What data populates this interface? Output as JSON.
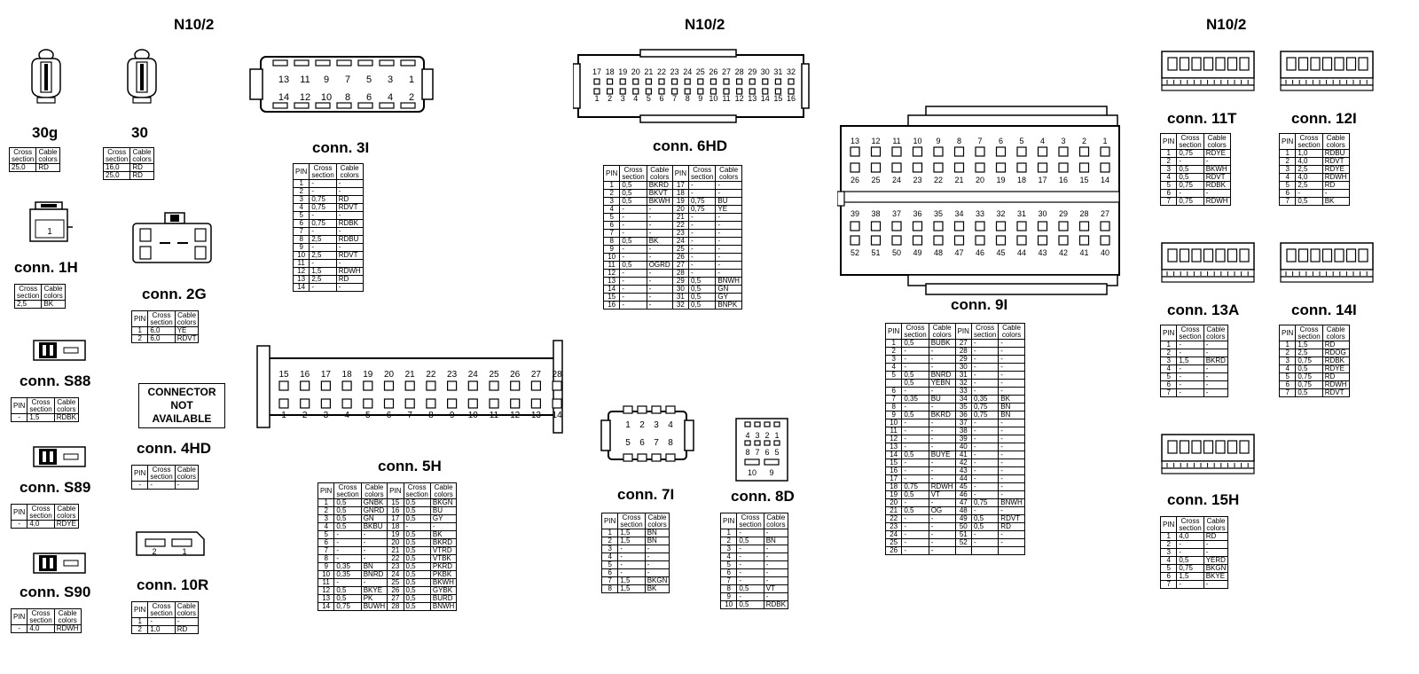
{
  "headers": [
    "N10/2",
    "N10/2",
    "N10/2"
  ],
  "not_available": [
    "CONNECTOR",
    "NOT",
    "AVAILABLE"
  ],
  "connectors": [
    {
      "id": "30g",
      "label": "30g",
      "cols": [
        "Cross section",
        "Cable colors"
      ],
      "rows": [
        [
          "25,0",
          "RD"
        ]
      ]
    },
    {
      "id": "30",
      "label": "30",
      "cols": [
        "Cross section",
        "Cable colors"
      ],
      "rows": [
        [
          "16,0",
          "RD"
        ],
        [
          "25,0",
          "RD"
        ]
      ]
    },
    {
      "id": "1h",
      "label": "conn. 1H",
      "pin_label": "1",
      "cols": [
        "Cross section",
        "Cable colors"
      ],
      "rows": [
        [
          "2,5",
          "BK"
        ]
      ]
    },
    {
      "id": "2g",
      "label": "conn. 2G",
      "cols": [
        "PIN",
        "Cross section",
        "Cable colors"
      ],
      "rows": [
        [
          "1",
          "6,0",
          "YE"
        ],
        [
          "2",
          "6,0",
          "RDVT"
        ]
      ]
    },
    {
      "id": "s88",
      "label": "conn. S88",
      "cols": [
        "PIN",
        "Cross section",
        "Cable colors"
      ],
      "rows": [
        [
          "-",
          "1,5",
          "RDBK"
        ]
      ]
    },
    {
      "id": "4hd",
      "label": "conn. 4HD",
      "cols": [
        "PIN",
        "Cross section",
        "Cable colors"
      ],
      "rows": [
        [
          "-",
          "-",
          "-"
        ]
      ]
    },
    {
      "id": "s89",
      "label": "conn. S89",
      "cols": [
        "PIN",
        "Cross section",
        "Cable colors"
      ],
      "rows": [
        [
          "-",
          "4,0",
          "RDYE"
        ]
      ]
    },
    {
      "id": "10r",
      "label": "conn. 10R",
      "pins_top": [
        "2",
        "1"
      ],
      "cols": [
        "PIN",
        "Cross section",
        "Cable colors"
      ],
      "rows": [
        [
          "1",
          "-",
          "-"
        ],
        [
          "2",
          "1,0",
          "RD"
        ]
      ]
    },
    {
      "id": "s90",
      "label": "conn. S90",
      "cols": [
        "PIN",
        "Cross section",
        "Cable colors"
      ],
      "rows": [
        [
          "-",
          "4,0",
          "RDWH"
        ]
      ]
    },
    {
      "id": "3i",
      "label": "conn. 3I",
      "pins_top": [
        "13",
        "11",
        "9",
        "7",
        "5",
        "3",
        "1"
      ],
      "pins_bottom": [
        "14",
        "12",
        "10",
        "8",
        "6",
        "4",
        "2"
      ],
      "cols": [
        "PIN",
        "Cross section",
        "Cable colors"
      ],
      "rows": [
        [
          "1",
          "-",
          "-"
        ],
        [
          "2",
          "-",
          "-"
        ],
        [
          "3",
          "0,75",
          "RD"
        ],
        [
          "4",
          "0,75",
          "RDVT"
        ],
        [
          "5",
          "-",
          "-"
        ],
        [
          "6",
          "0,75",
          "RDBK"
        ],
        [
          "7",
          "-",
          "-"
        ],
        [
          "8",
          "2,5",
          "RDBU"
        ],
        [
          "9",
          "-",
          "-"
        ],
        [
          "10",
          "2,5",
          "RDVT"
        ],
        [
          "11",
          "-",
          "-"
        ],
        [
          "12",
          "1,5",
          "RDWH"
        ],
        [
          "13",
          "2,5",
          "RD"
        ],
        [
          "14",
          "-",
          "-"
        ]
      ]
    },
    {
      "id": "5h",
      "label": "conn. 5H",
      "pins_top": [
        "15",
        "16",
        "17",
        "18",
        "19",
        "20",
        "21",
        "22",
        "23",
        "24",
        "25",
        "26",
        "27",
        "28"
      ],
      "pins_bottom": [
        "1",
        "2",
        "3",
        "4",
        "5",
        "6",
        "7",
        "8",
        "9",
        "10",
        "11",
        "12",
        "13",
        "14"
      ],
      "cols": [
        "PIN",
        "Cross section",
        "Cable colors",
        "PIN",
        "Cross section",
        "Cable colors"
      ],
      "rows": [
        [
          "1",
          "0,5",
          "GNBK",
          "15",
          "0,5",
          "BKGN"
        ],
        [
          "2",
          "0,5",
          "GNRD",
          "16",
          "0,5",
          "BU"
        ],
        [
          "3",
          "0,5",
          "GN",
          "17",
          "0,5",
          "GY"
        ],
        [
          "4",
          "0,5",
          "BKBU",
          "18",
          "-",
          "-"
        ],
        [
          "5",
          "-",
          "-",
          "19",
          "0,5",
          "BK"
        ],
        [
          "6",
          "-",
          "-",
          "20",
          "0,5",
          "BKRD"
        ],
        [
          "7",
          "-",
          "-",
          "21",
          "0,5",
          "VTRD"
        ],
        [
          "8",
          "-",
          "-",
          "22",
          "0,5",
          "VTBK"
        ],
        [
          "9",
          "0,35",
          "BN",
          "23",
          "0,5",
          "PKRD"
        ],
        [
          "10",
          "0,35",
          "BNRD",
          "24",
          "0,5",
          "PKBK"
        ],
        [
          "11",
          "-",
          "-",
          "25",
          "0,5",
          "BKWH"
        ],
        [
          "12",
          "0,5",
          "BKYE",
          "26",
          "0,5",
          "GYBK"
        ],
        [
          "13",
          "0,5",
          "PK",
          "27",
          "0,5",
          "BURD"
        ],
        [
          "14",
          "0,75",
          "BUWH",
          "28",
          "0,5",
          "BNWH"
        ]
      ]
    },
    {
      "id": "6hd",
      "label": "conn. 6HD",
      "pins_top": [
        "17",
        "18",
        "19",
        "20",
        "21",
        "22",
        "23",
        "24",
        "25",
        "26",
        "27",
        "28",
        "29",
        "30",
        "31",
        "32"
      ],
      "pins_bottom": [
        "1",
        "2",
        "3",
        "4",
        "5",
        "6",
        "7",
        "8",
        "9",
        "10",
        "11",
        "12",
        "13",
        "14",
        "15",
        "16"
      ],
      "cols": [
        "PIN",
        "Cross section",
        "Cable colors",
        "PIN",
        "Cross section",
        "Cable colors"
      ],
      "rows": [
        [
          "1",
          "0,5",
          "BKRD",
          "17",
          "-",
          "-"
        ],
        [
          "2",
          "0,5",
          "BKVT",
          "18",
          "-",
          "-"
        ],
        [
          "3",
          "0,5",
          "BKWH",
          "19",
          "0,75",
          "BU"
        ],
        [
          "4",
          "-",
          "-",
          "20",
          "0,75",
          "YE"
        ],
        [
          "5",
          "-",
          "-",
          "21",
          "-",
          "-"
        ],
        [
          "6",
          "-",
          "-",
          "22",
          "-",
          "-"
        ],
        [
          "7",
          "-",
          "-",
          "23",
          "-",
          "-"
        ],
        [
          "8",
          "0,5",
          "BK",
          "24",
          "-",
          "-"
        ],
        [
          "9",
          "-",
          "-",
          "25",
          "-",
          "-"
        ],
        [
          "10",
          "-",
          "-",
          "26",
          "-",
          "-"
        ],
        [
          "11",
          "0,5",
          "OGRD",
          "27",
          "-",
          "-"
        ],
        [
          "12",
          "-",
          "-",
          "28",
          "-",
          "-"
        ],
        [
          "13",
          "-",
          "-",
          "29",
          "0,5",
          "BNWH"
        ],
        [
          "14",
          "-",
          "-",
          "30",
          "0,5",
          "GN"
        ],
        [
          "15",
          "-",
          "-",
          "31",
          "0,5",
          "GY"
        ],
        [
          "16",
          "-",
          "-",
          "32",
          "0,5",
          "BNPK"
        ]
      ]
    },
    {
      "id": "7i",
      "label": "conn. 7I",
      "pins_top": [
        "1",
        "2",
        "3",
        "4"
      ],
      "pins_bottom": [
        "5",
        "6",
        "7",
        "8"
      ],
      "cols": [
        "PIN",
        "Cross section",
        "Cable colors"
      ],
      "rows": [
        [
          "1",
          "1,5",
          "BN"
        ],
        [
          "2",
          "1,5",
          "BN"
        ],
        [
          "3",
          "-",
          "-"
        ],
        [
          "4",
          "-",
          "-"
        ],
        [
          "5",
          "-",
          "-"
        ],
        [
          "6",
          "-",
          "-"
        ],
        [
          "7",
          "1,5",
          "BKGN"
        ],
        [
          "8",
          "1,5",
          "BK"
        ]
      ]
    },
    {
      "id": "8d",
      "label": "conn. 8D",
      "pins_top": [
        "4",
        "3",
        "2",
        "1"
      ],
      "pins_mid": [
        "8",
        "7",
        "6",
        "5"
      ],
      "pins_bottom": [
        "10",
        "9"
      ],
      "cols": [
        "PIN",
        "Cross section",
        "Cable colors"
      ],
      "rows": [
        [
          "1",
          "-",
          "-"
        ],
        [
          "2",
          "0,5",
          "BN"
        ],
        [
          "3",
          "-",
          "-"
        ],
        [
          "4",
          "-",
          "-"
        ],
        [
          "5",
          "-",
          "-"
        ],
        [
          "6",
          "-",
          "-"
        ],
        [
          "7",
          "-",
          "-"
        ],
        [
          "8",
          "0,5",
          "VT"
        ],
        [
          "9",
          "-",
          "-"
        ],
        [
          "10",
          "0,5",
          "RDBK"
        ]
      ]
    },
    {
      "id": "9i",
      "label": "conn. 9I",
      "pins_r1": [
        "13",
        "12",
        "11",
        "10",
        "9",
        "8",
        "7",
        "6",
        "5",
        "4",
        "3",
        "2",
        "1"
      ],
      "pins_r2": [
        "26",
        "25",
        "24",
        "23",
        "22",
        "21",
        "20",
        "19",
        "18",
        "17",
        "16",
        "15",
        "14"
      ],
      "pins_r3": [
        "39",
        "38",
        "37",
        "36",
        "35",
        "34",
        "33",
        "32",
        "31",
        "30",
        "29",
        "28",
        "27"
      ],
      "pins_r4": [
        "52",
        "51",
        "50",
        "49",
        "48",
        "47",
        "46",
        "45",
        "44",
        "43",
        "42",
        "41",
        "40"
      ],
      "cols": [
        "PIN",
        "Cross section",
        "Cable colors",
        "PIN",
        "Cross section",
        "Cable colors"
      ],
      "rows": [
        [
          "1",
          "0,5",
          "BUBK",
          "27",
          "-",
          "-"
        ],
        [
          "2",
          "-",
          "-",
          "28",
          "-",
          "-"
        ],
        [
          "3",
          "-",
          "-",
          "29",
          "-",
          "-"
        ],
        [
          "4",
          "-",
          "-",
          "30",
          "-",
          "-"
        ],
        [
          "5",
          "0,5",
          "BNRD",
          "31",
          "-",
          "-"
        ],
        [
          "",
          "0,5",
          "YEBN",
          "32",
          "-",
          "-"
        ],
        [
          "6",
          "-",
          "-",
          "33",
          "-",
          "-"
        ],
        [
          "7",
          "0,35",
          "BU",
          "34",
          "0,35",
          "BK"
        ],
        [
          "8",
          "-",
          "-",
          "35",
          "0,75",
          "BN"
        ],
        [
          "9",
          "0,5",
          "BKRD",
          "36",
          "0,75",
          "BN"
        ],
        [
          "10",
          "-",
          "-",
          "37",
          "-",
          "-"
        ],
        [
          "11",
          "-",
          "-",
          "38",
          "-",
          "-"
        ],
        [
          "12",
          "-",
          "-",
          "39",
          "-",
          "-"
        ],
        [
          "13",
          "-",
          "-",
          "40",
          "-",
          "-"
        ],
        [
          "14",
          "0,5",
          "BUYE",
          "41",
          "-",
          "-"
        ],
        [
          "15",
          "-",
          "-",
          "42",
          "-",
          "-"
        ],
        [
          "16",
          "-",
          "-",
          "43",
          "-",
          "-"
        ],
        [
          "17",
          "-",
          "-",
          "44",
          "-",
          "-"
        ],
        [
          "18",
          "0,75",
          "RDWH",
          "45",
          "-",
          "-"
        ],
        [
          "19",
          "0,5",
          "VT",
          "46",
          "-",
          "-"
        ],
        [
          "20",
          "-",
          "-",
          "47",
          "0,75",
          "BNWH"
        ],
        [
          "21",
          "0,5",
          "OG",
          "48",
          "-",
          "-"
        ],
        [
          "22",
          "-",
          "-",
          "49",
          "0,5",
          "RDVT"
        ],
        [
          "23",
          "-",
          "-",
          "50",
          "0,5",
          "RD"
        ],
        [
          "24",
          "-",
          "-",
          "51",
          "-",
          "-"
        ],
        [
          "25",
          "-",
          "-",
          "52",
          "-",
          "-"
        ],
        [
          "26",
          "-",
          "-",
          "",
          "",
          ""
        ]
      ]
    },
    {
      "id": "11t",
      "label": "conn. 11T",
      "cols": [
        "PIN",
        "Cross section",
        "Cable colors"
      ],
      "rows": [
        [
          "1",
          "0,75",
          "RDYE"
        ],
        [
          "2",
          "-",
          "-"
        ],
        [
          "3",
          "0,5",
          "BKWH"
        ],
        [
          "4",
          "0,5",
          "RDVT"
        ],
        [
          "5",
          "0,75",
          "RDBK"
        ],
        [
          "6",
          "-",
          "-"
        ],
        [
          "7",
          "0,75",
          "RDWH"
        ]
      ]
    },
    {
      "id": "12i",
      "label": "conn. 12I",
      "cols": [
        "PIN",
        "Cross section",
        "Cable colors"
      ],
      "rows": [
        [
          "1",
          "1,0",
          "RDBU"
        ],
        [
          "2",
          "4,0",
          "RDVT"
        ],
        [
          "3",
          "2,5",
          "RDYE"
        ],
        [
          "4",
          "4,0",
          "RDWH"
        ],
        [
          "5",
          "2,5",
          "RD"
        ],
        [
          "6",
          "-",
          "-"
        ],
        [
          "7",
          "0,5",
          "BK"
        ]
      ]
    },
    {
      "id": "13a",
      "label": "conn. 13A",
      "cols": [
        "PIN",
        "Cross section",
        "Cable colors"
      ],
      "rows": [
        [
          "1",
          "-",
          "-"
        ],
        [
          "2",
          "-",
          "-"
        ],
        [
          "3",
          "1,5",
          "BKRD"
        ],
        [
          "4",
          "-",
          "-"
        ],
        [
          "5",
          "-",
          "-"
        ],
        [
          "6",
          "-",
          "-"
        ],
        [
          "7",
          "-",
          "-"
        ]
      ]
    },
    {
      "id": "14i",
      "label": "conn. 14I",
      "cols": [
        "PIN",
        "Cross section",
        "Cable colors"
      ],
      "rows": [
        [
          "1",
          "1,5",
          "RD"
        ],
        [
          "2",
          "2,5",
          "RDOG"
        ],
        [
          "3",
          "0,75",
          "RDBK"
        ],
        [
          "4",
          "0,5",
          "RDYE"
        ],
        [
          "5",
          "0,75",
          "RD"
        ],
        [
          "6",
          "0,75",
          "RDWH"
        ],
        [
          "7",
          "0,5",
          "RDVT"
        ]
      ]
    },
    {
      "id": "15h",
      "label": "conn. 15H",
      "cols": [
        "PIN",
        "Cross section",
        "Cable colors"
      ],
      "rows": [
        [
          "1",
          "4,0",
          "RD"
        ],
        [
          "2",
          "-",
          "-"
        ],
        [
          "3",
          "-",
          "-"
        ],
        [
          "4",
          "0,5",
          "YERD"
        ],
        [
          "5",
          "0,75",
          "BKGN"
        ],
        [
          "6",
          "1,5",
          "BKYE"
        ],
        [
          "7",
          "-",
          "-"
        ]
      ]
    }
  ]
}
